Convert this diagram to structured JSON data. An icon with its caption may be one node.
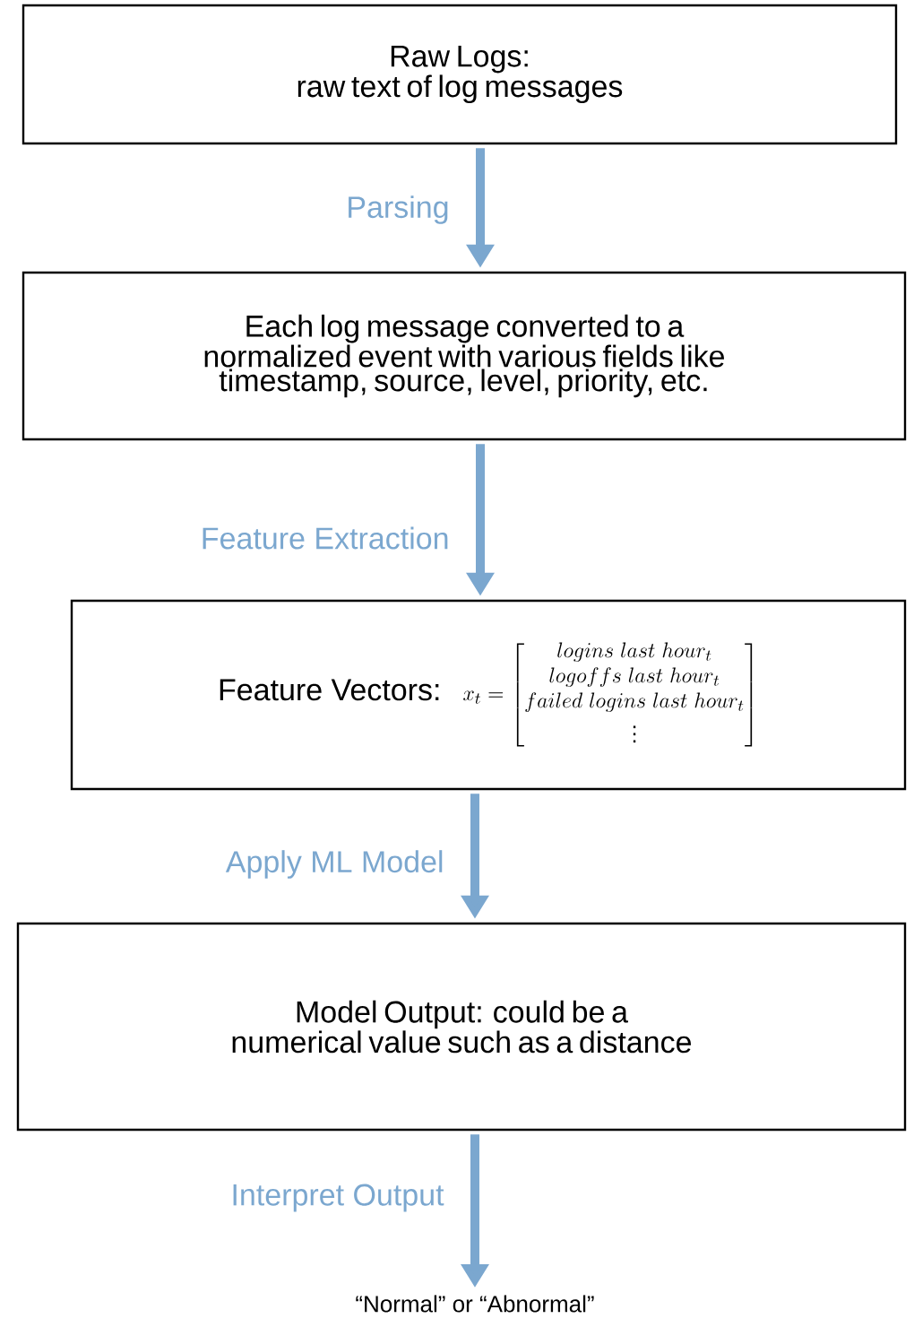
{
  "diagram": {
    "nodes": [
      {
        "text": [
          "Raw Logs:",
          "raw text of log messages"
        ]
      },
      {
        "text": [
          "Each log message converted to a normalized event with various fields like timestamp, source, level, priority, etc."
        ]
      },
      {
        "text": [
          "Feature Vectors:",
          "x_t = \\begin{bmatrix} logins\\ last\\ hour_t \\\\ logoffs\\ last\\ hour_t \\\\ failed\\ logins\\ last\\ hour_t \\\\ \\vdots \\end{bmatrix}"
        ]
      },
      {
        "text": [
          "Model Output: could be a numerical value such as a distance"
        ]
      },
      {
        "text": [
          "“Normal” or “Abnormal”"
        ]
      }
    ],
    "edges": [
      {
        "from": 0,
        "to": 1,
        "arrow": "to",
        "label": "Parsing"
      },
      {
        "from": 1,
        "to": 2,
        "arrow": "to",
        "label": "Feature Extraction"
      },
      {
        "from": 2,
        "to": 3,
        "arrow": "to",
        "label": "Apply ML Model"
      },
      {
        "from": 3,
        "to": 4,
        "arrow": "to",
        "label": "Interpret Output"
      }
    ]
  }
}
